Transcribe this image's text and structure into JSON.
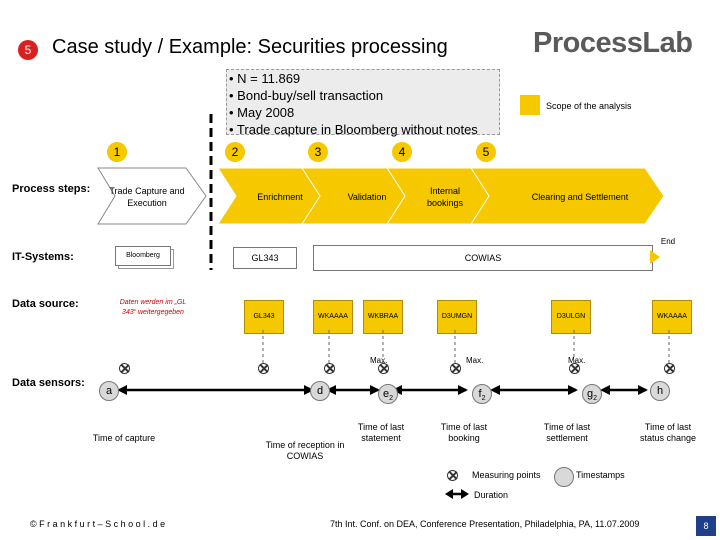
{
  "header": {
    "slide_number": "5",
    "title": "Case study / Example: Securities processing",
    "logo": "ProcessLab"
  },
  "facts": [
    "• N = 11.869",
    "• Bond-buy/sell transaction",
    "• May 2008",
    "• Trade capture  in Bloomberg without notes"
  ],
  "scope_label": "Scope of the analysis",
  "row_labels": {
    "process": "Process steps:",
    "it": "IT-Systems:",
    "data_source": "Data source:",
    "data_sensors": "Data sensors:"
  },
  "step_numbers": [
    "1",
    "2",
    "3",
    "4",
    "5"
  ],
  "process_steps": [
    {
      "label": "Trade Capture and Execution",
      "in_scope": false
    },
    {
      "label": "Enrichment",
      "in_scope": true
    },
    {
      "label": "Validation",
      "in_scope": true
    },
    {
      "label": "Internal bookings",
      "in_scope": true
    },
    {
      "label": "Clearing and Settlement",
      "in_scope": true
    }
  ],
  "it_systems": {
    "bloomberg": "Bloomberg",
    "gl343": "GL343",
    "cowias": "COWIAS",
    "end": "End"
  },
  "data_source_note": "Daten werden im „GL 343“ weitergegeben",
  "data_sources": [
    "GL343",
    "WKAAAA",
    "WKBRAA",
    "D3UMGN",
    "D3ULGN",
    "WKAAAA"
  ],
  "max_labels": [
    "Max.",
    "Max.",
    "Max."
  ],
  "timestamps": {
    "a": "a",
    "d": "d",
    "e2": "e",
    "e2_sub": "2",
    "f2": "f",
    "f2_sub": "2",
    "g2": "g",
    "g2_sub": "2",
    "h": "h"
  },
  "timestamp_labels": {
    "capture": "Time of capture",
    "reception": "Time of reception in COWIAS",
    "last_statement": "Time of last statement",
    "last_booking": "Time of last booking",
    "last_settlement": "Time of last settlement",
    "last_status": "Time of last status change"
  },
  "legend": {
    "measuring_points": "Measuring points",
    "timestamps": "Timestamps",
    "duration": "Duration"
  },
  "footer": {
    "left": "© F r a n k f u r t – S c h o o l . d e",
    "center": "7th Int. Conf. on DEA, Conference Presentation, Philadelphia, PA, 11.07.2009",
    "page": "8"
  },
  "colors": {
    "accent": "#f5c800",
    "red": "#d91f1f",
    "logo": "#5a5a5a"
  }
}
